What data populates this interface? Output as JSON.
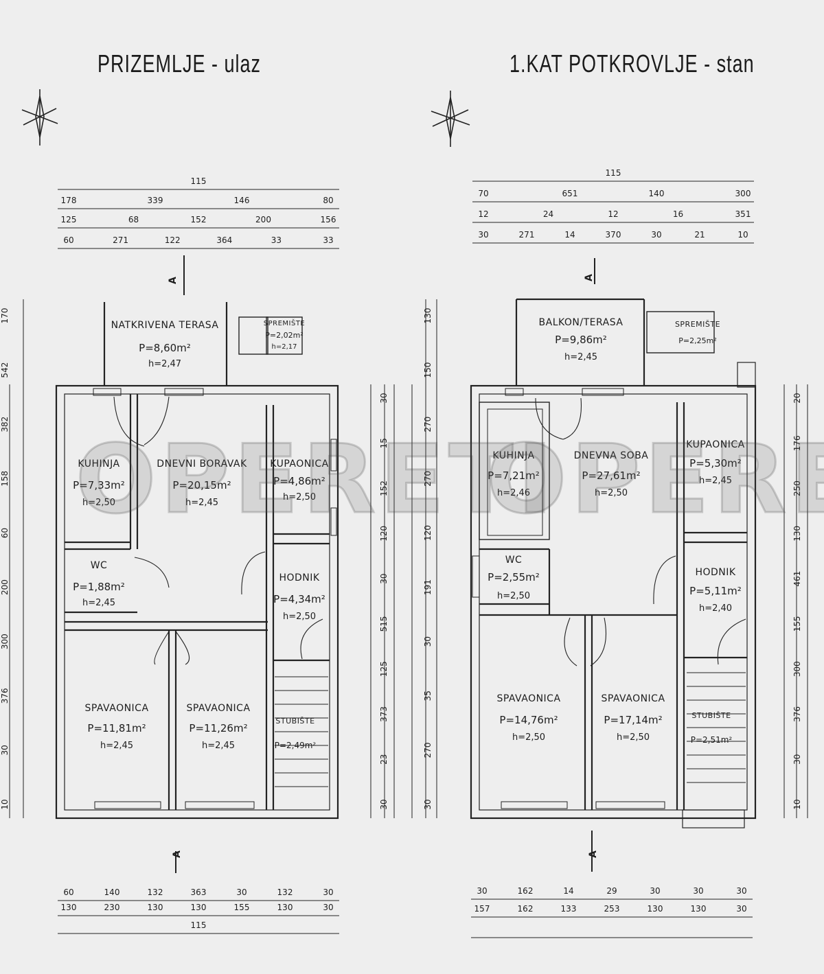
{
  "plans": [
    {
      "title": "PRIZEMLJE  -  ulaz",
      "section_marks": [
        "A",
        "A"
      ],
      "rooms": [
        {
          "name": "NATKRIVENA TERASA",
          "area": "P=8,60m²",
          "height": "h=2,47"
        },
        {
          "name": "SPREMIŠTE",
          "area": "P=2,02m²",
          "height": "h=2,17"
        },
        {
          "name": "KUHINJA",
          "area": "P=7,33m²",
          "height": "h=2,50"
        },
        {
          "name": "DNEVNI BORAVAK",
          "area": "P=20,15m²",
          "height": "h=2,45"
        },
        {
          "name": "KUPAONICA",
          "area": "P=4,86m²",
          "height": "h=2,50"
        },
        {
          "name": "WC",
          "area": "P=1,88m²",
          "height": "h=2,45"
        },
        {
          "name": "HODNIK",
          "area": "P=4,34m²",
          "height": "h=2,50"
        },
        {
          "name": "SPAVAONICA",
          "area": "P=11,81m²",
          "height": "h=2,45"
        },
        {
          "name": "SPAVAONICA",
          "area": "P=11,26m²",
          "height": "h=2,45"
        },
        {
          "name": "STUBIŠTE",
          "area": "P=2,49m²",
          "height": ""
        }
      ]
    },
    {
      "title": "1.KAT POTKROVLJE  -  stan",
      "section_marks": [
        "A",
        "A"
      ],
      "rooms": [
        {
          "name": "BALKON/TERASA",
          "area": "P=9,86m²",
          "height": "h=2,45"
        },
        {
          "name": "SPREMIŠTE",
          "area": "P=2,25m²",
          "height": ""
        },
        {
          "name": "KUHINJA",
          "area": "P=7,21m²",
          "height": "h=2,46"
        },
        {
          "name": "DNEVNA SOBA",
          "area": "P=27,61m²",
          "height": "h=2,50"
        },
        {
          "name": "KUPAONICA",
          "area": "P=5,30m²",
          "height": "h=2,45"
        },
        {
          "name": "WC",
          "area": "P=2,55m²",
          "height": "h=2,50"
        },
        {
          "name": "HODNIK",
          "area": "P=5,11m²",
          "height": "h=2,40"
        },
        {
          "name": "SPAVAONICA",
          "area": "P=14,76m²",
          "height": "h=2,50"
        },
        {
          "name": "SPAVAONICA",
          "area": "P=17,14m²",
          "height": "h=2,50"
        },
        {
          "name": "STUBIŠTE",
          "area": "P=2,51m²",
          "height": ""
        }
      ]
    }
  ],
  "dimensions": {
    "left_top": [
      [
        "115"
      ],
      [
        "178",
        "339",
        "146",
        "80"
      ],
      [
        "125",
        "68",
        "152",
        "200",
        "156"
      ],
      [
        "60",
        "271",
        "122",
        "364",
        "33",
        "33"
      ]
    ],
    "left_bottom": [
      [
        "60",
        "140",
        "132",
        "363",
        "30",
        "132",
        "30"
      ],
      [
        "130",
        "230",
        "130",
        "130",
        "155",
        "130",
        "30"
      ],
      [
        "115"
      ]
    ],
    "left_side": [
      "170",
      "542",
      "382",
      "158",
      "60",
      "200",
      "300",
      "376",
      "30",
      "10"
    ],
    "left_mid": [
      "30",
      "15",
      "152",
      "120",
      "30",
      "515",
      "125",
      "373",
      "23",
      "30"
    ],
    "right_top": [
      [
        "115"
      ],
      [
        "70",
        "651",
        "140",
        "300"
      ],
      [
        "12",
        "24",
        "12",
        "16",
        "351"
      ],
      [
        "30",
        "271",
        "14",
        "370",
        "30",
        "21",
        "10"
      ]
    ],
    "right_bottom": [
      [
        "30",
        "162",
        "14",
        "29",
        "30",
        "30",
        "30"
      ],
      [
        "157",
        "162",
        "133",
        "253",
        "130",
        "130",
        "30"
      ]
    ],
    "right_mid": [
      "130",
      "150",
      "270",
      "270",
      "120",
      "191",
      "30",
      "35",
      "270",
      "30"
    ],
    "right_side": [
      "20",
      "176",
      "250",
      "130",
      "461",
      "155",
      "300",
      "376",
      "30",
      "10"
    ]
  },
  "watermark": "OPERETI"
}
